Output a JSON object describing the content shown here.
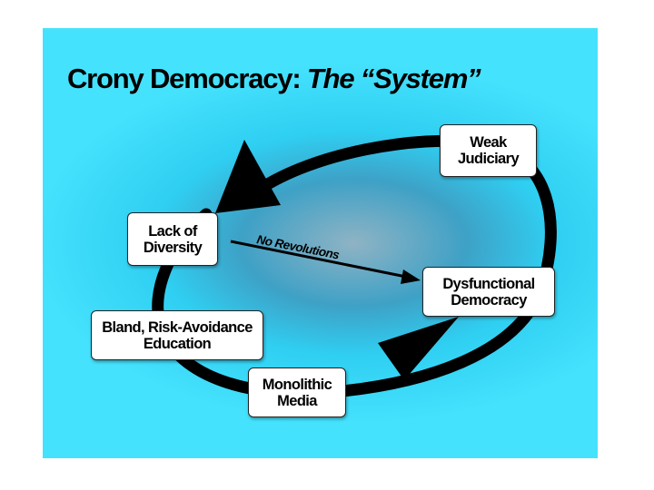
{
  "title": {
    "main": "Crony Democracy: ",
    "emphasis": "The “System”"
  },
  "nodes": {
    "judiciary": "Weak\nJudiciary",
    "diversity": "Lack of\nDiversity",
    "democracy": "Dysfunctional\nDemocracy",
    "education": "Bland, Risk-Avoidance\nEducation",
    "media": "Monolithic\nMedia"
  },
  "arrow_label": "No Revolutions",
  "colors": {
    "background_outer": "#45e2fd",
    "background_center": "#8fb3c4",
    "ink": "#000000",
    "box": "#ffffff"
  }
}
